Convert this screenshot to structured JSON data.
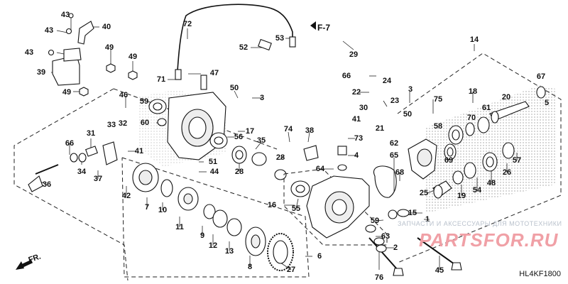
{
  "figure_code": "HL4KF1800",
  "section_ref": "F-7",
  "direction_label": "FR.",
  "watermark": {
    "text": "ЗАПЧАСТИ И АКСЕССУАРЫ ДЛЯ МОТОТЕХНИКИ",
    "logo": "PARTSFOR.RU"
  },
  "callouts": [
    {
      "id": "43a",
      "text": "43"
    },
    {
      "id": "40",
      "text": "40"
    },
    {
      "id": "43b",
      "text": "43"
    },
    {
      "id": "43c",
      "text": "43"
    },
    {
      "id": "39",
      "text": "39"
    },
    {
      "id": "49a",
      "text": "49"
    },
    {
      "id": "49b",
      "text": "49"
    },
    {
      "id": "49c",
      "text": "49"
    },
    {
      "id": "72",
      "text": "72"
    },
    {
      "id": "71",
      "text": "71"
    },
    {
      "id": "47",
      "text": "47"
    },
    {
      "id": "52",
      "text": "52"
    },
    {
      "id": "53",
      "text": "53"
    },
    {
      "id": "29",
      "text": "29"
    },
    {
      "id": "14",
      "text": "14"
    },
    {
      "id": "67",
      "text": "67"
    },
    {
      "id": "5",
      "text": "5"
    },
    {
      "id": "66a",
      "text": "66"
    },
    {
      "id": "24",
      "text": "24"
    },
    {
      "id": "22",
      "text": "22"
    },
    {
      "id": "23",
      "text": "23"
    },
    {
      "id": "3a",
      "text": "3"
    },
    {
      "id": "3b",
      "text": "3"
    },
    {
      "id": "75",
      "text": "75"
    },
    {
      "id": "18",
      "text": "18"
    },
    {
      "id": "20",
      "text": "20"
    },
    {
      "id": "30",
      "text": "30"
    },
    {
      "id": "50a",
      "text": "50"
    },
    {
      "id": "50b",
      "text": "50"
    },
    {
      "id": "41a",
      "text": "41"
    },
    {
      "id": "21",
      "text": "21"
    },
    {
      "id": "58",
      "text": "58"
    },
    {
      "id": "70",
      "text": "70"
    },
    {
      "id": "61",
      "text": "61"
    },
    {
      "id": "62",
      "text": "62"
    },
    {
      "id": "46",
      "text": "46"
    },
    {
      "id": "59a",
      "text": "59"
    },
    {
      "id": "60",
      "text": "60"
    },
    {
      "id": "56",
      "text": "56"
    },
    {
      "id": "17",
      "text": "17"
    },
    {
      "id": "74",
      "text": "74"
    },
    {
      "id": "38",
      "text": "38"
    },
    {
      "id": "73",
      "text": "73"
    },
    {
      "id": "35",
      "text": "35"
    },
    {
      "id": "33",
      "text": "33"
    },
    {
      "id": "32",
      "text": "32"
    },
    {
      "id": "31",
      "text": "31"
    },
    {
      "id": "66b",
      "text": "66"
    },
    {
      "id": "34",
      "text": "34"
    },
    {
      "id": "37",
      "text": "37"
    },
    {
      "id": "41b",
      "text": "41"
    },
    {
      "id": "28a",
      "text": "28"
    },
    {
      "id": "28b",
      "text": "28"
    },
    {
      "id": "4",
      "text": "4"
    },
    {
      "id": "51",
      "text": "51"
    },
    {
      "id": "44",
      "text": "44"
    },
    {
      "id": "64",
      "text": "64"
    },
    {
      "id": "65",
      "text": "65"
    },
    {
      "id": "69",
      "text": "69"
    },
    {
      "id": "57",
      "text": "57"
    },
    {
      "id": "26",
      "text": "26"
    },
    {
      "id": "19",
      "text": "19"
    },
    {
      "id": "54",
      "text": "54"
    },
    {
      "id": "48",
      "text": "48"
    },
    {
      "id": "68",
      "text": "68"
    },
    {
      "id": "25",
      "text": "25"
    },
    {
      "id": "36",
      "text": "36"
    },
    {
      "id": "42",
      "text": "42"
    },
    {
      "id": "7",
      "text": "7"
    },
    {
      "id": "10",
      "text": "10"
    },
    {
      "id": "11",
      "text": "11"
    },
    {
      "id": "9",
      "text": "9"
    },
    {
      "id": "16",
      "text": "16"
    },
    {
      "id": "55",
      "text": "55"
    },
    {
      "id": "15",
      "text": "15"
    },
    {
      "id": "1",
      "text": "1"
    },
    {
      "id": "59b",
      "text": "59"
    },
    {
      "id": "63",
      "text": "63"
    },
    {
      "id": "2",
      "text": "2"
    },
    {
      "id": "13",
      "text": "13"
    },
    {
      "id": "12",
      "text": "12"
    },
    {
      "id": "8",
      "text": "8"
    },
    {
      "id": "27",
      "text": "27"
    },
    {
      "id": "6",
      "text": "6"
    },
    {
      "id": "76",
      "text": "76"
    },
    {
      "id": "45",
      "text": "45"
    }
  ]
}
